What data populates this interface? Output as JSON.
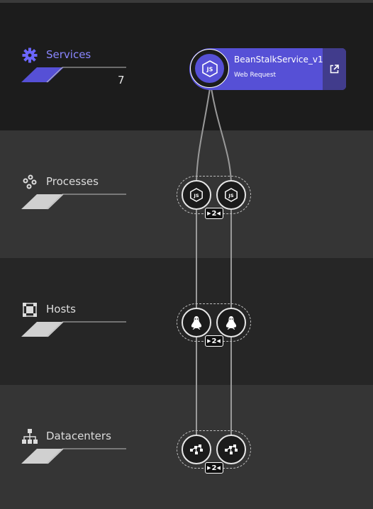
{
  "layers": {
    "services": {
      "label": "Services",
      "count": "7",
      "icon": "gear-icon",
      "color": "#8a86ff"
    },
    "processes": {
      "label": "Processes",
      "icon": "process-group-icon"
    },
    "hosts": {
      "label": "Hosts",
      "icon": "host-icon"
    },
    "datacenters": {
      "label": "Datacenters",
      "icon": "datacenter-icon"
    }
  },
  "service_card": {
    "title": "BeanStalkService_v1",
    "subtitle": "Web Request",
    "icon": "nodejs-icon",
    "open_icon": "external-link-icon",
    "color": "#5650d6"
  },
  "clusters": {
    "processes": {
      "badge": "2",
      "node_icon": "nodejs-icon"
    },
    "hosts": {
      "badge": "2",
      "node_icon": "linux-icon"
    },
    "datacenters": {
      "badge": "2",
      "node_icon": "network-icon"
    }
  }
}
